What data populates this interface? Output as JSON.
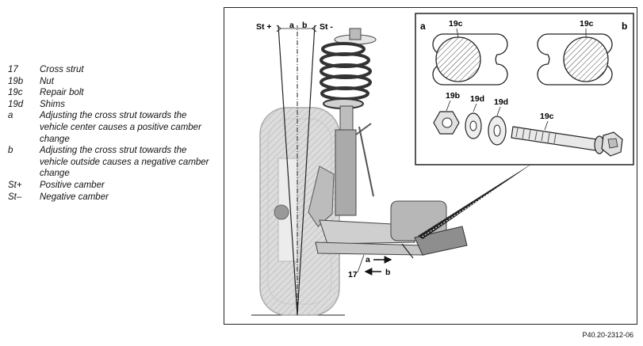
{
  "legend": [
    {
      "key": "17",
      "text": "Cross strut"
    },
    {
      "key": "19b",
      "text": "Nut"
    },
    {
      "key": "19c",
      "text": "Repair bolt"
    },
    {
      "key": "19d",
      "text": "Shims"
    },
    {
      "key": "a",
      "text": "Adjusting the cross strut towards the vehicle center causes a positive camber change"
    },
    {
      "key": "b",
      "text": "Adjusting the cross strut towards the vehicle outside causes a negative camber change"
    },
    {
      "key": "St+",
      "text": "Positive camber"
    },
    {
      "key": "St–",
      "text": "Negative camber"
    }
  ],
  "figure": {
    "st_plus": "St +",
    "st_minus": "St -",
    "label_a": "a",
    "label_b": "b",
    "part_17": "17",
    "detail": {
      "panel_a": "a",
      "panel_b": "b",
      "bolt_a": "19c",
      "bolt_b": "19c",
      "nut": "19b",
      "shim1": "19d",
      "shim2": "19d",
      "repair_bolt": "19c"
    },
    "reference": "P40.20-2312-06"
  }
}
